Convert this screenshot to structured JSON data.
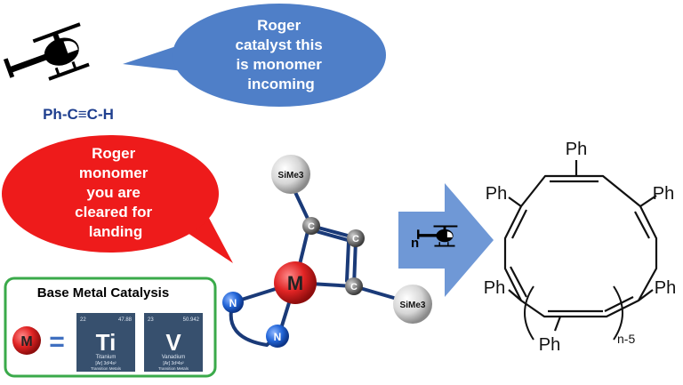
{
  "monomer_label": "Ph-C≡C-H",
  "blue_bubble": {
    "lines": [
      "Roger",
      "catalyst this",
      "is monomer",
      "incoming"
    ]
  },
  "red_bubble": {
    "lines": [
      "Roger",
      "monomer",
      "you are",
      "cleared for",
      "landing"
    ]
  },
  "catalyst_atoms": {
    "metal": "M",
    "nitrogen_top": "N",
    "nitrogen_bottom": "N",
    "carbon_1": "C",
    "carbon_2": "C",
    "carbon_3": "C",
    "silyl_top": "SiMe3",
    "silyl_right": "SiMe3"
  },
  "arrow": {
    "count_label": "n"
  },
  "box": {
    "title": "Base Metal Catalysis",
    "metal_symbol": "M",
    "equals": "=",
    "elements": [
      {
        "number": "22",
        "mass": "47.88",
        "symbol": "Ti",
        "name": "Titanium",
        "config": "[Ar] 3d²4s²",
        "category": "Transition Metals"
      },
      {
        "number": "23",
        "mass": "50.942",
        "symbol": "V",
        "name": "Vanadium",
        "config": "[Ar] 3d³4s²",
        "category": "Transition Metals"
      }
    ]
  },
  "product": {
    "substituents": [
      "Ph",
      "Ph",
      "Ph",
      "Ph",
      "Ph",
      "Ph"
    ],
    "repeat_label": "n-5"
  },
  "colors": {
    "blue_bubble": "#4F7FC8",
    "red_bubble": "#EE1B1B",
    "metal_atom": "#D42020",
    "nitrogen_atom": "#2060D8",
    "arrow": "#6F98D6",
    "box_border": "#3AAA4A",
    "element_tile": "#37506E"
  },
  "icons": [
    "helicopter-icon"
  ]
}
